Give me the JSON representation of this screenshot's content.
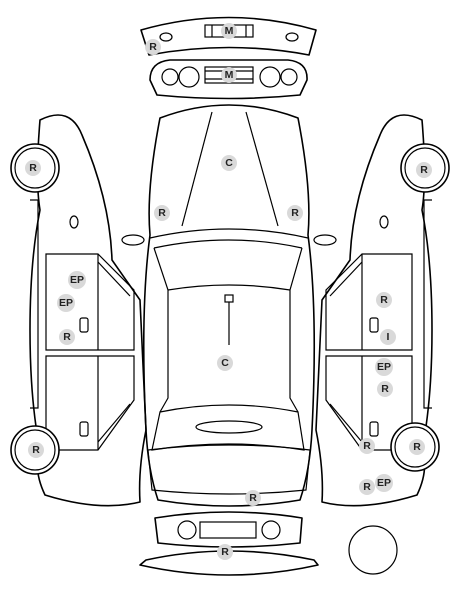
{
  "markers": {
    "rear_bumper_top": "R",
    "rear_badge_top": "M",
    "rear_lights_badge": "M",
    "roof": "C",
    "hood_left": "R",
    "hood_right": "R",
    "roof_center": "C",
    "left_front_wheel": "R",
    "left_front_door_ep1": "EP",
    "left_front_door_ep2": "EP",
    "left_front_door_r": "R",
    "left_rear_wheel": "R",
    "right_front_wheel": "R",
    "right_door_r": "R",
    "right_door_i": "I",
    "right_door_ep": "EP",
    "right_door_r2": "R",
    "right_rear_r": "R",
    "right_rear_wheel": "R",
    "right_bottom_r": "R",
    "right_bottom_ep": "EP",
    "front_hood": "R",
    "front_bumper": "R"
  },
  "colors": {
    "line": "#000000",
    "marker_fill": "#d9d9d9",
    "marker_text": "#222222"
  }
}
